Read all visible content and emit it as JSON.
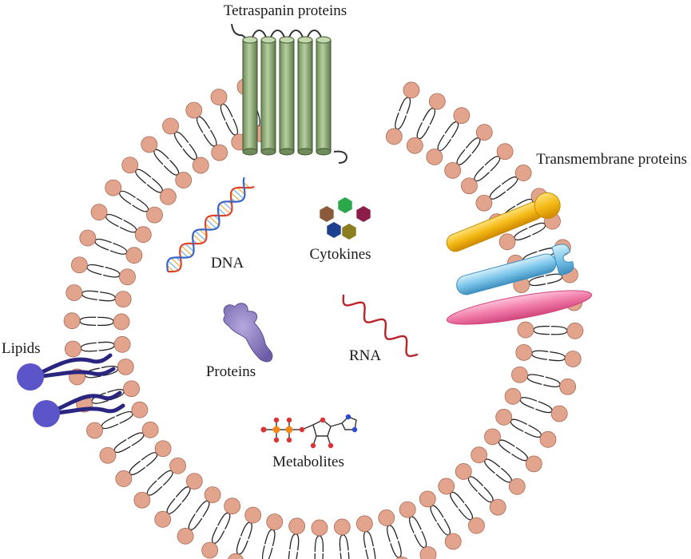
{
  "labels": {
    "tetraspanin": "Tetraspanin proteins",
    "transmembrane": "Transmembrane proteins",
    "lipids": "Lipids",
    "dna": "DNA",
    "cytokines": "Cytokines",
    "proteins": "Proteins",
    "rna": "RNA",
    "metabolites": "Metabolites"
  },
  "colors": {
    "lipid_head": "#e3a48e",
    "lipid_head_stroke": "#a86a55",
    "lipid_tail": "#222222",
    "tetraspanin": "#8fae78",
    "tm_yellow": "#f2b81a",
    "tm_blue": "#7cc6ea",
    "tm_pink": "#f07aa8",
    "lipid_molecule": "#5b55c9",
    "dna_red": "#e0452c",
    "dna_blue": "#3a64c8",
    "rna": "#b8242a",
    "protein": "#8a7bbd",
    "cytokine_colors": [
      "#8a5a3a",
      "#2aa84a",
      "#8c1d4a",
      "#1f3f8f",
      "#8a7f20"
    ]
  }
}
